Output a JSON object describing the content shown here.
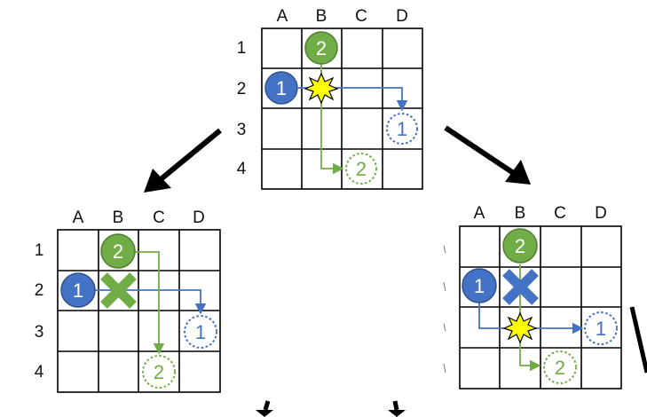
{
  "colors": {
    "agent1": "#4472c4",
    "agent2": "#70ad47",
    "grid": "#000000",
    "collision_fill": "#ffff00"
  },
  "grids": {
    "top": {
      "cols": [
        "A",
        "B",
        "C",
        "D"
      ],
      "rows": [
        "1",
        "2",
        "3",
        "4"
      ],
      "agent1_label": "1",
      "agent2_label": "2",
      "goal1_label": "1",
      "goal2_label": "2"
    },
    "left": {
      "cols": [
        "A",
        "B",
        "C",
        "D"
      ],
      "rows": [
        "1",
        "2",
        "3",
        "4"
      ],
      "agent1_label": "1",
      "agent2_label": "2",
      "goal1_label": "1",
      "goal2_label": "2"
    },
    "right": {
      "cols": [
        "A",
        "B",
        "C",
        "D"
      ],
      "agent1_label": "1",
      "agent2_label": "2",
      "goal1_label": "1",
      "goal2_label": "2"
    }
  },
  "icons": [
    "collision-burst-icon",
    "blocked-x-icon",
    "branch-arrow-icon"
  ]
}
